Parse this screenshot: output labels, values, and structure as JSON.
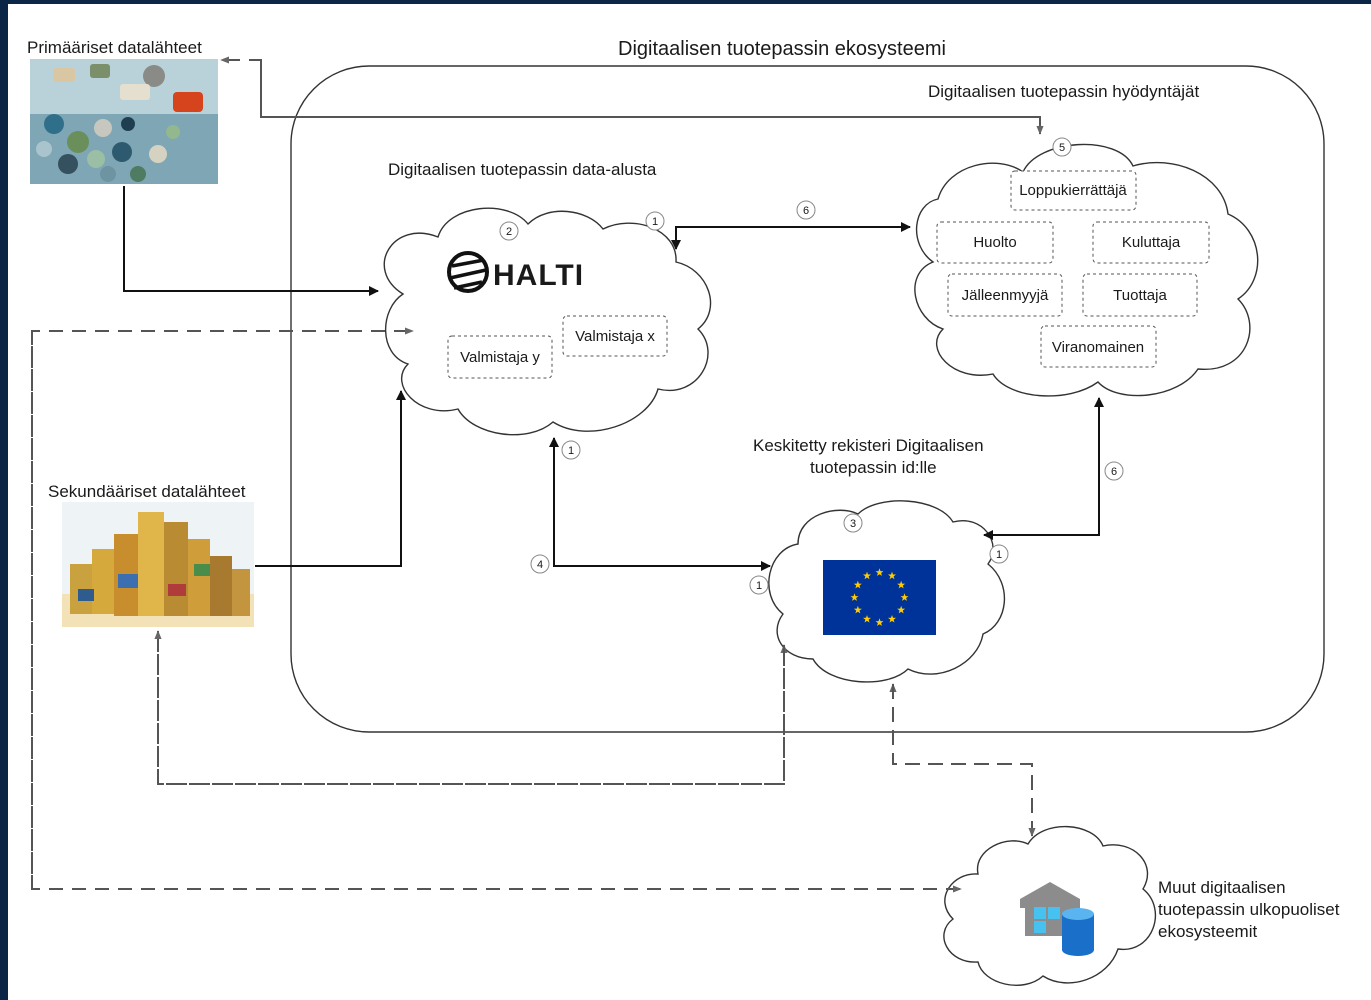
{
  "diagram": {
    "ecosystem_title": "Digitaalisen tuotepassin ekosysteemi",
    "primary_sources_label": "Primääriset datalähteet",
    "secondary_sources_label": "Sekundääriset datalähteet",
    "data_platform_label": "Digitaalisen tuotepassin data-alusta",
    "beneficiaries_label": "Digitaalisen tuotepassin hyödyntäjät",
    "registry_label_line1": "Keskitetty rekisteri Digitaalisen",
    "registry_label_line2": "tuotepassin id:lle",
    "external_label_line1": "Muut digitaalisen",
    "external_label_line2": "tuotepassin ulkopuoliset",
    "external_label_line3": "ekosysteemit",
    "halti_logo_text": "HALTI",
    "platform_boxes": [
      "Valmistaja x",
      "Valmistaja y"
    ],
    "beneficiary_boxes": [
      "Loppukierrättäjä",
      "Huolto",
      "Kuluttaja",
      "Jälleenmyyjä",
      "Tuottaja",
      "Viranomainen"
    ],
    "markers": {
      "cloud_platform": "2",
      "cloud_beneficiaries": "5",
      "cloud_registry": "3",
      "platform_right": "1",
      "arrow_top": "6",
      "platform_bottom": "1",
      "arrow_bottom_left": "4",
      "registry_left": "1",
      "registry_right": "1",
      "arrow_right": "6"
    },
    "colors": {
      "frame_background": "#0b2546",
      "eu_flag_blue": "#003399",
      "eu_star_yellow": "#ffcc00"
    }
  }
}
